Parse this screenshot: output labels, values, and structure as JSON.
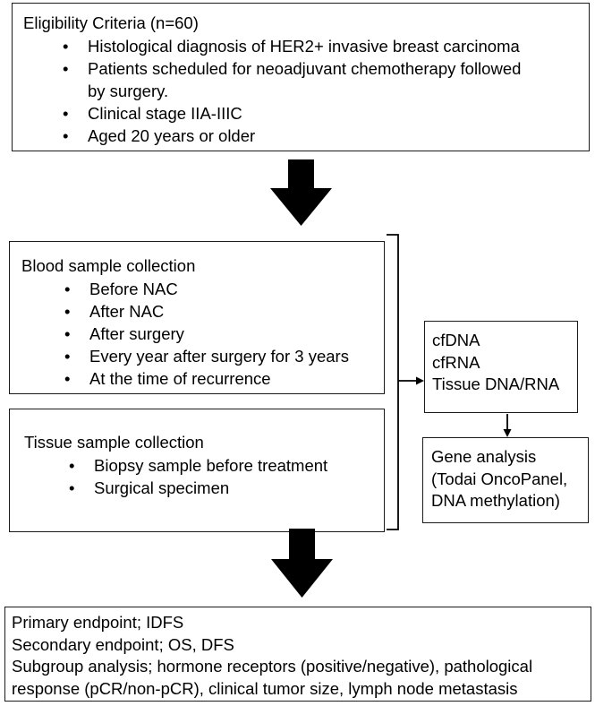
{
  "eligibility": {
    "title": "Eligibility Criteria (n=60)",
    "items": [
      "Histological diagnosis of HER2+ invasive breast carcinoma",
      "Patients scheduled for neoadjuvant chemotherapy followed",
      "by surgery.",
      "Clinical stage IIA-IIIC",
      "Aged 20 years or older"
    ]
  },
  "blood": {
    "title": "Blood sample collection",
    "items": [
      "Before NAC",
      "After NAC",
      "After surgery",
      "Every year after surgery for 3 years",
      "At the time of recurrence"
    ]
  },
  "tissue": {
    "title": "Tissue sample collection",
    "items": [
      "Biopsy sample before treatment",
      "Surgical specimen"
    ]
  },
  "samples": {
    "lines": [
      "cfDNA",
      "cfRNA",
      "Tissue DNA/RNA"
    ]
  },
  "gene": {
    "lines": [
      "Gene analysis",
      "(Todai OncoPanel,",
      "DNA methylation)"
    ]
  },
  "endpoints": {
    "lines": [
      "Primary endpoint; IDFS",
      "Secondary endpoint; OS, DFS",
      "Subgroup analysis; hormone receptors (positive/negative), pathological",
      "response (pCR/non-pCR), clinical tumor size, lymph node metastasis"
    ]
  }
}
